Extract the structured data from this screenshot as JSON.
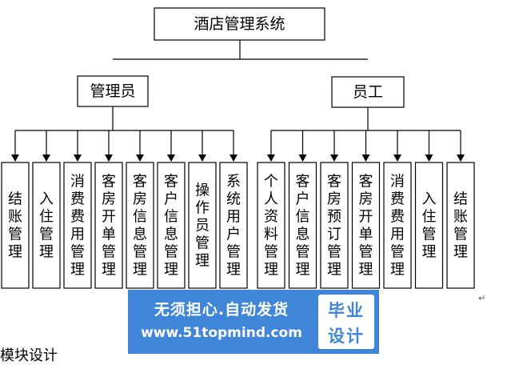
{
  "diagram": {
    "root": {
      "label": "酒店管理系统"
    },
    "groups": [
      {
        "label": "管理员",
        "children": [
          "结账管理",
          "入住管理",
          "消费费用管理",
          "客房开单管理",
          "客房信息管理",
          "客户信息管理",
          "操作员管理",
          "系统用户管理"
        ]
      },
      {
        "label": "员工",
        "children": [
          "个人资料管理",
          "客户信息管理",
          "客房预订管理",
          "客房开单管理",
          "消费费用管理",
          "入住管理",
          "结账管理"
        ]
      }
    ]
  },
  "watermark": {
    "line1": "无须担心.自动发货",
    "line2": "www.51topmind.com",
    "badge_line1": "毕业",
    "badge_line2": "设计"
  },
  "return_mark": "↵",
  "bottom_text": "模块设计"
}
